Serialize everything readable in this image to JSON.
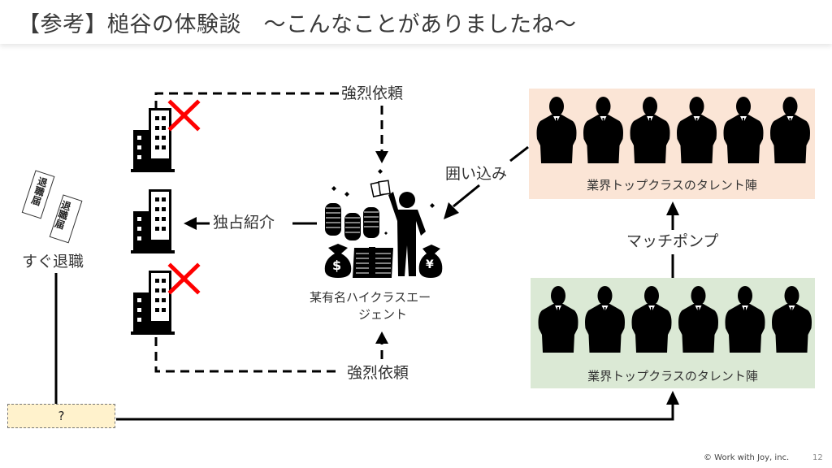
{
  "slide": {
    "title": "【参考】槌谷の体験談　～こんなことがありましたね～",
    "page_number": "12",
    "copyright": "© Work with Joy, inc."
  },
  "left": {
    "resignation_letter_text": "退職届",
    "resign_label": "すぐ退職",
    "question_box": "?"
  },
  "companies": {
    "top_label": "強烈依頼",
    "middle_label": "独占紹介",
    "bottom_label": "強烈依頼",
    "rejected_icon": "red-x-icon"
  },
  "agent": {
    "name": "某有名ハイクラスエージェント",
    "name_line1": "某有名ハイクラスエー",
    "name_line2": "ジェント",
    "dollar_symbol": "$",
    "yen_symbol": "¥"
  },
  "talent": {
    "enclose_label": "囲い込み",
    "match_pump_label": "マッチポンプ",
    "top_panel_label": "業界トップクラスのタレント陣",
    "bottom_panel_label": "業界トップクラスのタレント陣",
    "people_per_panel": 6
  },
  "colors": {
    "top_panel": "#fbe5d6",
    "bottom_panel": "#dbe9d5",
    "reject_x": "#ff0000",
    "question_box": "#fff2cc"
  }
}
